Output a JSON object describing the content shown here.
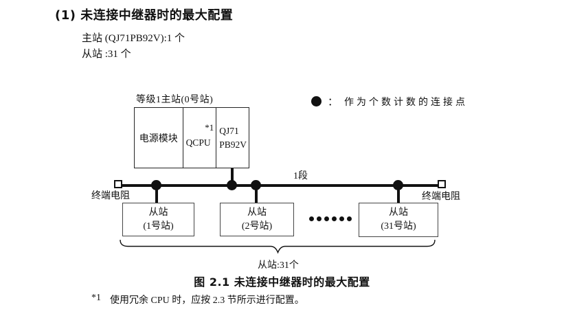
{
  "colors": {
    "ink": "#111111",
    "paper": "#ffffff"
  },
  "header": {
    "title": "(1) 未连接中继器时的最大配置",
    "master_line": "主站 (QJ71PB92V):1 个",
    "slave_line": "从站 :31 个"
  },
  "diagram": {
    "master": {
      "label": "等级1主站(0号站)",
      "power_module": "电源模块",
      "cpu": "QCPU",
      "cpu_note": "*1",
      "interface_line1": "QJ71",
      "interface_line2": "PB92V"
    },
    "legend": {
      "separator": "：",
      "text": "作为个数计数的连接点"
    },
    "segment_label": "1段",
    "terminator_left": "终端电阻",
    "terminator_right": "终端电阻",
    "slaves": [
      {
        "line1": "从站",
        "line2": "(1号站)"
      },
      {
        "line1": "从站",
        "line2": "(2号站)"
      },
      {
        "line1": "从站",
        "line2": "(31号站)"
      }
    ],
    "slave_count": "从站:31个"
  },
  "caption": "图 2.1 未连接中继器时的最大配置",
  "footnote": {
    "marker": "*1",
    "text": "使用冗余 CPU 时，应按 2.3 节所示进行配置。"
  }
}
